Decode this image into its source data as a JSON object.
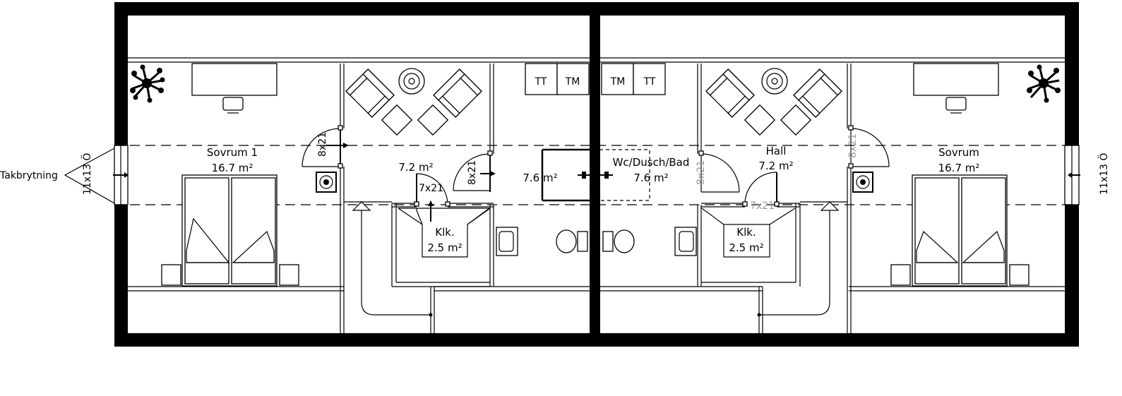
{
  "left_annotation": {
    "label": "Takbrytning",
    "size": "11x13 Ö"
  },
  "right_annotation": {
    "size": "11x13 Ö"
  },
  "rooms": {
    "sovrum1": {
      "name": "Sovrum 1",
      "area": "16.7 m²"
    },
    "hall_left": {
      "area": "7.2 m²"
    },
    "klk_left": {
      "name": "Klk.",
      "area": "2.5 m²"
    },
    "wc_left": {
      "area": "7.6 m²"
    },
    "wc_right": {
      "name": "Wc/Dusch/Bad",
      "area": "7.6 m²"
    },
    "hall_right": {
      "name": "Hall",
      "area": "7.2 m²"
    },
    "klk_right": {
      "name": "Klk.",
      "area": "2.5 m²"
    },
    "sovrum_right": {
      "name": "Sovrum",
      "area": "16.7 m²"
    }
  },
  "doors": {
    "d_sovrum_left": "8x21",
    "d_klk_left": "7x21",
    "d_wc_left": "8x21",
    "d_wc_right": "8x21",
    "d_klk_right": "7x21",
    "d_sovrum_right": "8x21"
  },
  "appliances": {
    "tt_left": "TT",
    "tm_left": "TM",
    "tm_right": "TM",
    "tt_right": "TT"
  }
}
